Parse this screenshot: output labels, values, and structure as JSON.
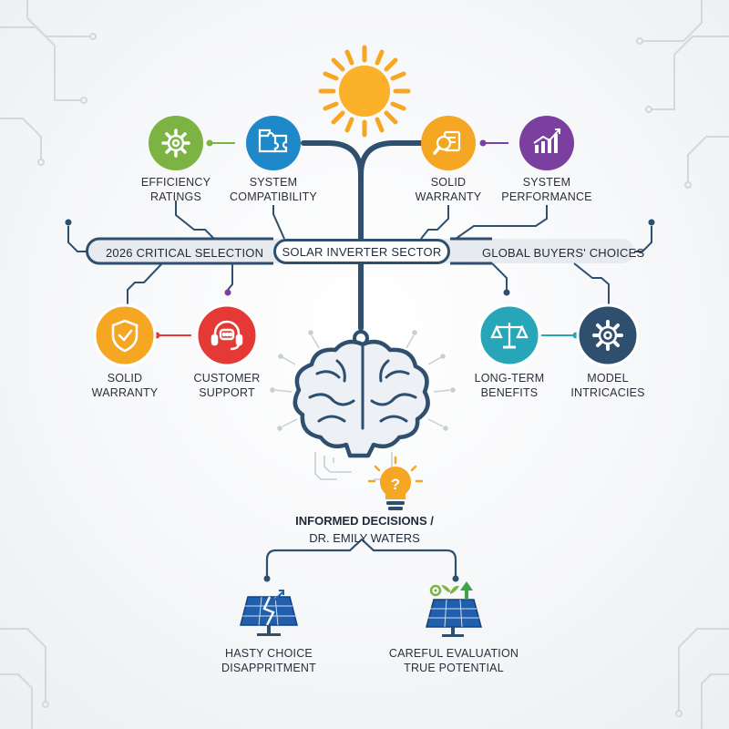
{
  "bar": {
    "left_label": "2026 CRITICAL SELECTION",
    "center_label": "SOLAR INVERTER SECTOR",
    "right_label": "GLOBAL BUYERS' CHOICES"
  },
  "top_nodes": [
    {
      "icon": "gear-icon",
      "color": "#7cb342",
      "lines": [
        "EFFICIENCY",
        "RATINGS"
      ]
    },
    {
      "icon": "puzzle-icon",
      "color": "#1e88c8",
      "lines": [
        "SYSTEM",
        "COMPATIBILITY"
      ]
    },
    {
      "icon": "magnifier-checklist-icon",
      "color": "#f5a623",
      "lines": [
        "SOLID",
        "WARRANTY"
      ]
    },
    {
      "icon": "chart-up-icon",
      "color": "#7b3fa0",
      "lines": [
        "SYSTEM",
        "PERFORMANCE"
      ]
    }
  ],
  "mid_nodes": [
    {
      "icon": "shield-check-icon",
      "color": "#f5a623",
      "lines": [
        "SOLID",
        "WARRANTY"
      ]
    },
    {
      "icon": "headset-icon",
      "color": "#e53935",
      "lines": [
        "CUSTOMER",
        "SUPPORT"
      ]
    },
    {
      "icon": "scales-icon",
      "color": "#26a6b8",
      "lines": [
        "LONG-TERM",
        "BENEFITS"
      ]
    },
    {
      "icon": "gear-icon",
      "color": "#2f4f6f",
      "lines": [
        "MODEL",
        "INTRICACIES"
      ]
    }
  ],
  "center": {
    "title": "INFORMED DECISIONS /",
    "subtitle": "DR. EMILY WATERS"
  },
  "outcomes": [
    {
      "icon": "broken-solar-panel-icon",
      "lines": [
        "HASTY CHOICE",
        "DISAPPRITMENT"
      ]
    },
    {
      "icon": "growing-solar-panel-icon",
      "lines": [
        "CAREFUL EVALUATION",
        "TRUE POTENTIAL"
      ]
    }
  ],
  "colors": {
    "trunk": "#2f4f6f",
    "sun": "#f5a623",
    "panel": "#1f5fae",
    "circuit": "#c9ced6"
  }
}
